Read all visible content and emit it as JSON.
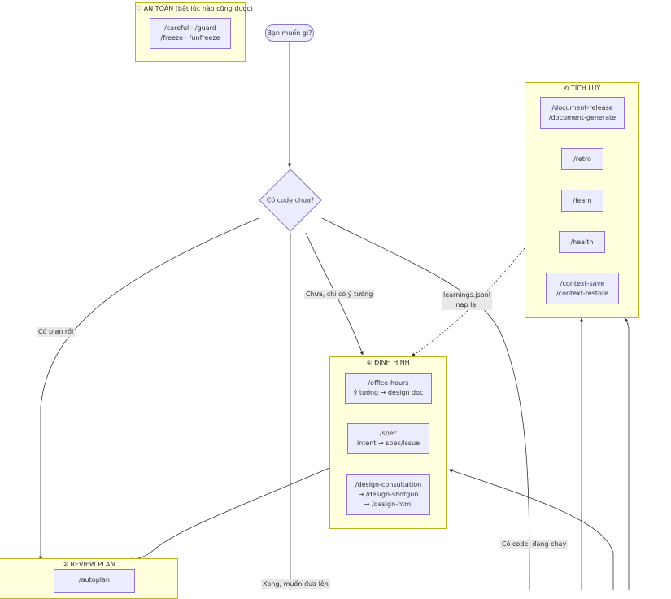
{
  "start": {
    "label": "Bạn muốn gì?"
  },
  "decision": {
    "label": "Có code chưa?"
  },
  "clusters": {
    "an_toan": {
      "icon": "♡",
      "title": "AN TOÀN (bật lúc nào cũng được)",
      "node": {
        "line1": "/careful · /guard",
        "line2": "/freeze · /unfreeze"
      }
    },
    "tich_luy": {
      "icon": "⟲",
      "title": "TÍCH LUỸ",
      "nodes": [
        {
          "line1": "/document-release",
          "line2": "/document-generate"
        },
        {
          "line1": "/retro"
        },
        {
          "line1": "/learn"
        },
        {
          "line1": "/health"
        },
        {
          "line1": "/context-save",
          "line2": "/context-restore"
        }
      ]
    },
    "dinh_hinh": {
      "icon": "①",
      "title": "ĐỊNH HÌNH",
      "nodes": [
        {
          "line1": "/office-hours",
          "line2": "ý tưởng → design doc"
        },
        {
          "line1": "/spec",
          "line2": "intent → spec/issue"
        },
        {
          "line1": "/design-consultation",
          "line2": "→ /design-shotgun",
          "line3": "→ /design-html"
        }
      ]
    },
    "review_plan": {
      "icon": "②",
      "title": "REVIEW PLAN",
      "node": {
        "line1": "/autoplan"
      }
    }
  },
  "edge_labels": {
    "co_plan_roi": "Có plan rồi",
    "chua_chi_co_y_tuong": "Chưa, chỉ có ý tưởng",
    "learnings_line1": "learnings.jsonl",
    "learnings_line2": "nạp lại",
    "co_code_dang_chay": "Có code, đang chạy",
    "xong_muon_dua_len": "Xong, muốn đưa lên"
  },
  "colors": {
    "node_fill": "#ececff",
    "node_stroke": "#9370db",
    "cluster_fill": "#ffffde",
    "cluster_stroke": "#b5b520",
    "edge": "#333333",
    "label_bg": "#e8e8e8"
  }
}
